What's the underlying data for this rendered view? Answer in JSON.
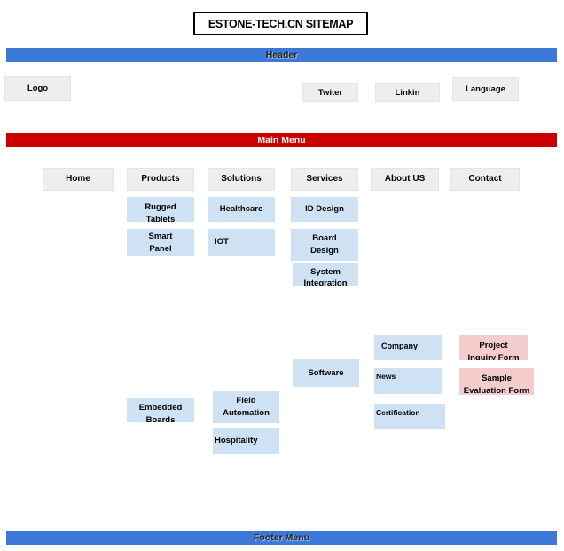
{
  "title": "ESTONE-TECH.CN SITEMAP",
  "bars": {
    "header": "Header",
    "main_menu": "Main Menu",
    "footer": "Footer Menu"
  },
  "colors": {
    "bar_blue": "#3c78d8",
    "bar_red": "#cc0000",
    "box_gray": "#eeeeee",
    "box_blue": "#cfe2f3",
    "box_pink": "#f4cccc"
  },
  "top_links": {
    "logo": "Logo",
    "twitter": "Twiter",
    "linkedin": "Linkin",
    "language": "Language"
  },
  "menu": {
    "home": "Home",
    "products": "Products",
    "solutions": "Solutions",
    "services": "Services",
    "about": "About US",
    "contact": "Contact"
  },
  "submenu": {
    "rugged_tablets": "Rugged Tablets",
    "smart_panel": "Smart Panel",
    "healthcare": "Healthcare",
    "iot": "IOT",
    "id_design": "ID Design",
    "board_design": "Board Design",
    "system_integration": "System Integration",
    "software": "Software",
    "embedded_boards": "Embedded Boards",
    "field_automation": "Field Automation",
    "hospitality": "Hospitality",
    "company": "Company",
    "news": "News",
    "certification": "Certification"
  },
  "forms": {
    "project_inquiry": "Project Inquiry Form",
    "sample_evaluation": "Sample Evaluation Form"
  }
}
